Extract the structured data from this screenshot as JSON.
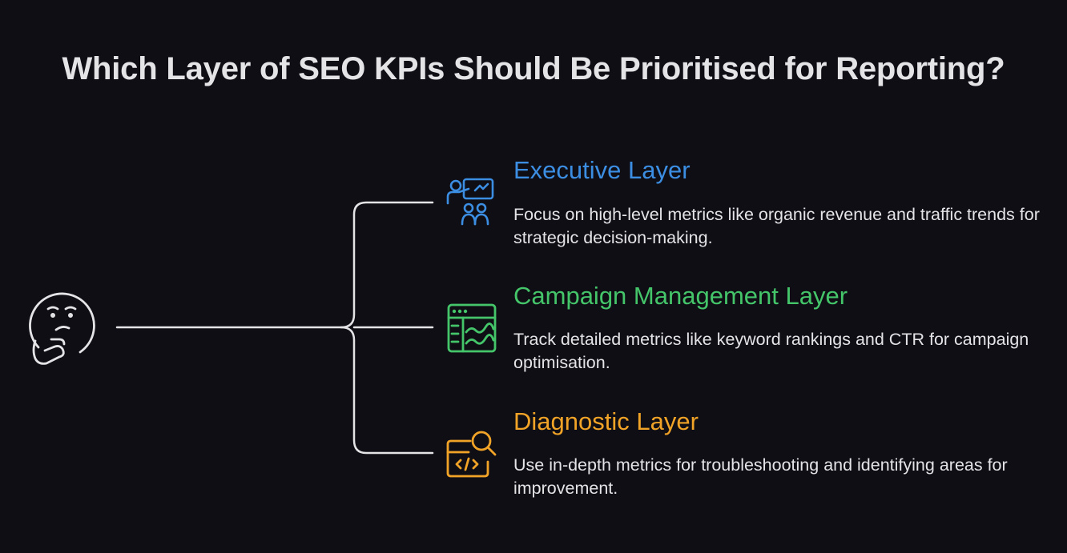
{
  "title": "Which Layer of SEO KPIs Should Be Prioritised for Reporting?",
  "colors": {
    "background": "#0f0e15",
    "text": "#e4e4e7",
    "connector": "#e4e4e7",
    "executive": "#3c8ee3",
    "campaign": "#45c56a",
    "diagnostic": "#f0a326"
  },
  "central_icon": "thinking-face-icon",
  "layers": [
    {
      "title": "Executive Layer",
      "description": "Focus on high-level metrics like organic revenue and traffic trends for strategic decision-making.",
      "icon": "presentation-audience-icon"
    },
    {
      "title": "Campaign Management Layer",
      "description": "Track detailed metrics like keyword rankings and CTR for campaign optimisation.",
      "icon": "dashboard-window-icon"
    },
    {
      "title": "Diagnostic Layer",
      "description": "Use in-depth metrics for troubleshooting and identifying areas for improvement.",
      "icon": "code-search-icon"
    }
  ]
}
